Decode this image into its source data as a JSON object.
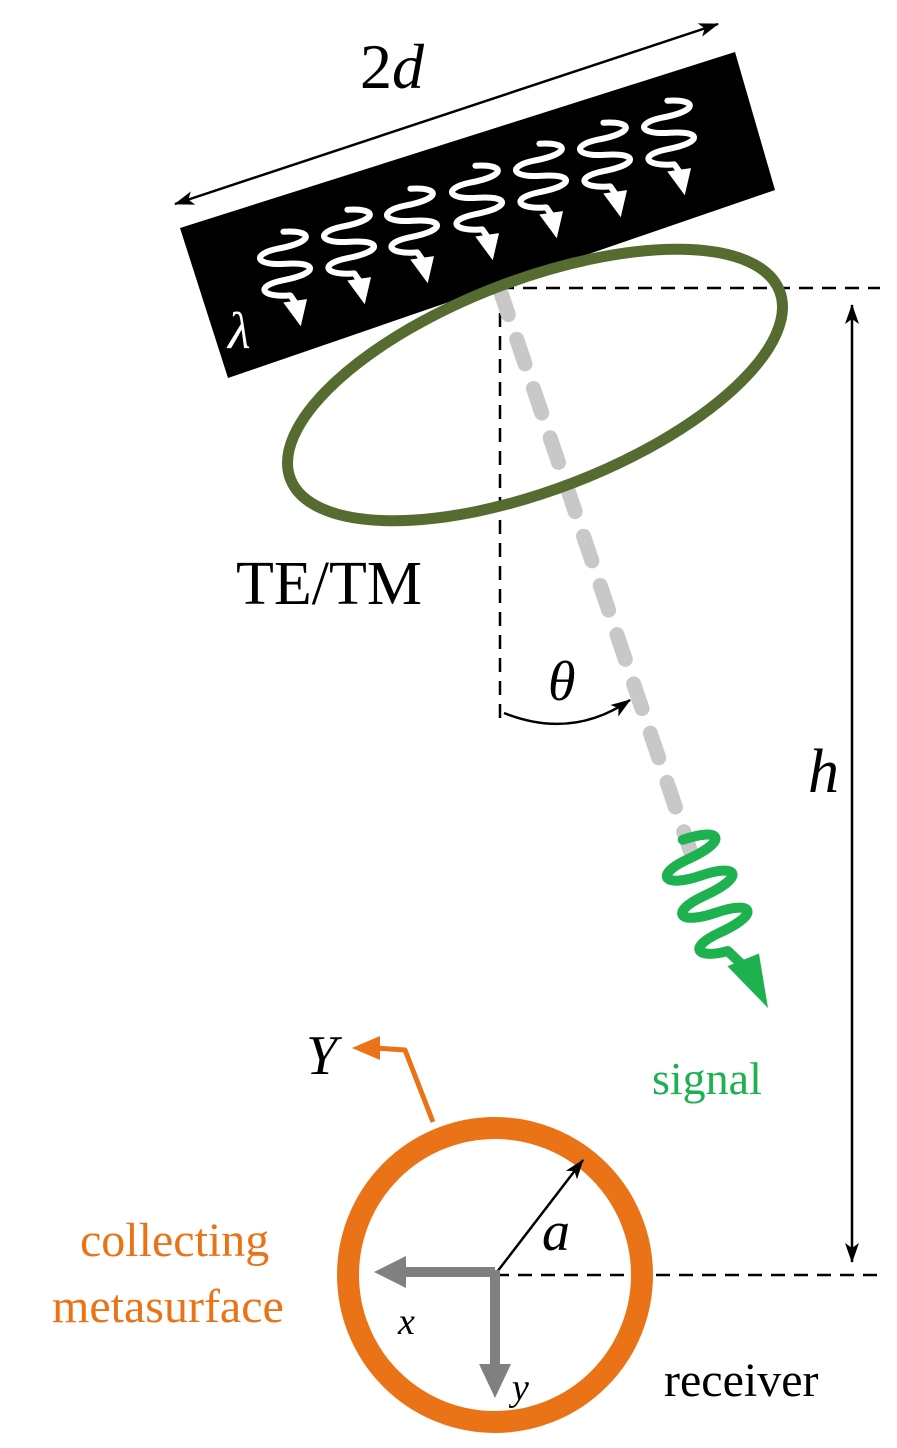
{
  "labels": {
    "width_label": "2d",
    "wavelength_label": "λ",
    "polarization_label": "TE/TM",
    "angle_label": "θ",
    "height_label": "h",
    "signal_label": "signal",
    "radius_label": "a",
    "global_axis_label": "Y",
    "local_x_label": "x",
    "local_y_label": "y",
    "collector_label_line1": "collecting",
    "collector_label_line2": "metasurface",
    "receiver_label": "receiver"
  },
  "colors": {
    "panel": "#000000",
    "wave_white": "#ffffff",
    "polarization_ring": "#556b2f",
    "beam_path": "#c8c8c8",
    "signal": "#1db150",
    "collector": "#ea7317",
    "local_axes": "#808080",
    "lines": "#000000"
  },
  "icons": {
    "source_wave": "squiggle-arrow-icon",
    "signal_wave": "squiggle-arrow-icon"
  }
}
